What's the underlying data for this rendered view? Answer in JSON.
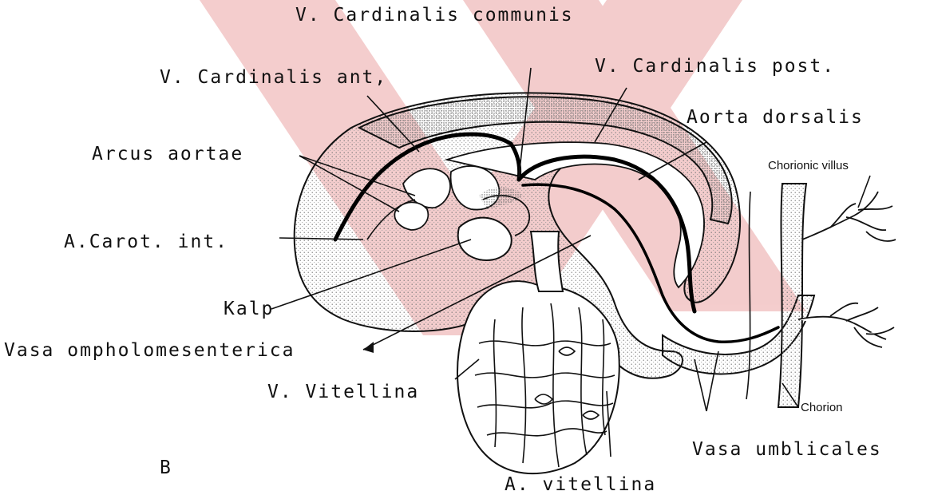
{
  "labels": {
    "cardinalis_communis": "V. Cardinalis communis",
    "cardinalis_ant": "V. Cardinalis ant,",
    "cardinalis_post": "V. Cardinalis post.",
    "aorta_dorsalis": "Aorta dorsalis",
    "arcus_aortae": "Arcus aortae",
    "chorionic_villus": "Chorionic villus",
    "carot_int": "A.Carot. int.",
    "kalp": "Kalp",
    "vasa_ompholomesenterica": "Vasa ompholomesenterica",
    "vitellina_v": "V. Vitellina",
    "chorion": "Chorion",
    "vasa_umblicales": "Vasa umblicales",
    "panel_letter": "B",
    "vitellina_a": "A. vitellina"
  },
  "colors": {
    "watermark": "#f2c4c4",
    "stipple": "#777777",
    "line": "#111111",
    "vessel": "#000000"
  }
}
